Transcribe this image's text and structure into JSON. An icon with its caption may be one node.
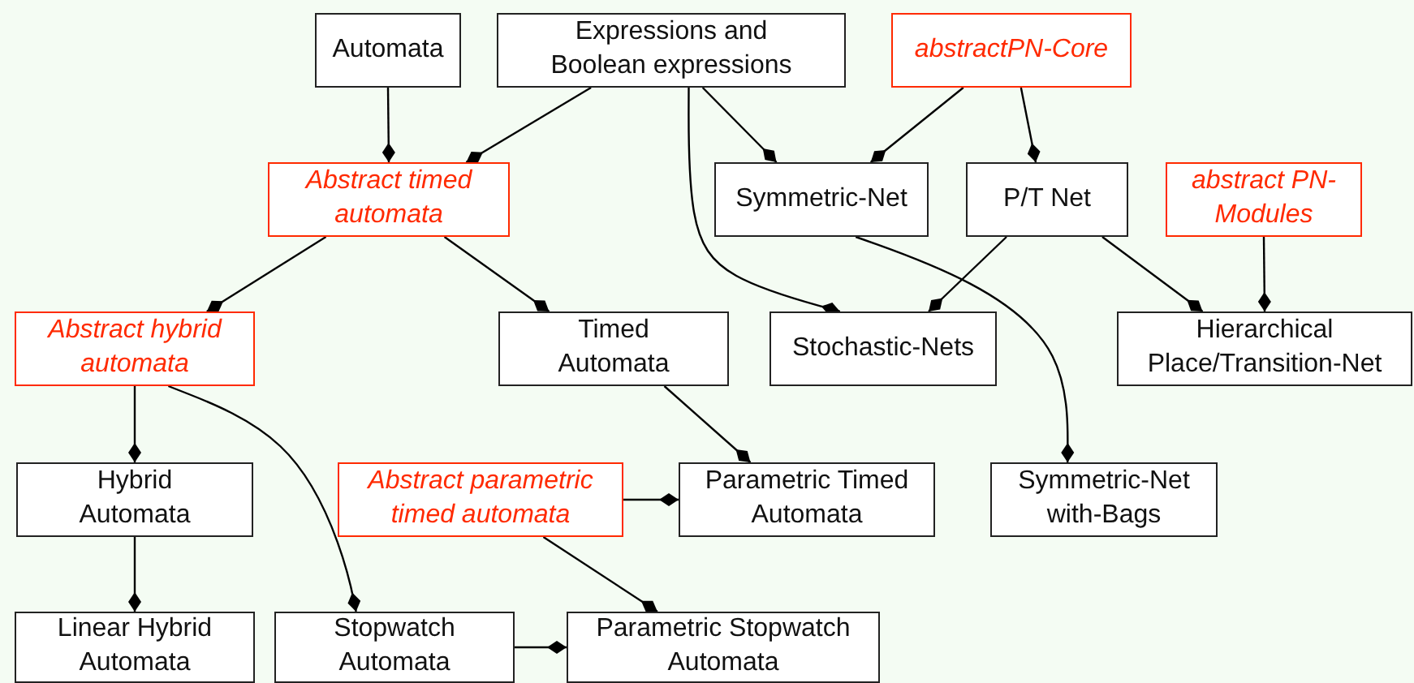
{
  "diagram": {
    "nodes": [
      {
        "text": [
          "Automata"
        ]
      },
      {
        "text": [
          "Expressions and Boolean expressions"
        ]
      },
      {
        "text": [
          "abstractPN-Core"
        ]
      },
      {
        "text": [
          "Abstract timed automata"
        ]
      },
      {
        "text": [
          "Symmetric-Net"
        ]
      },
      {
        "text": [
          "P/T Net"
        ]
      },
      {
        "text": [
          "abstract PN-Modules"
        ]
      },
      {
        "text": [
          "Abstract hybrid automata"
        ]
      },
      {
        "text": [
          "Timed Automata"
        ]
      },
      {
        "text": [
          "Stochastic-Nets"
        ]
      },
      {
        "text": [
          "Hierarchical Place/Transition-Net"
        ]
      },
      {
        "text": [
          "Hybrid Automata"
        ]
      },
      {
        "text": [
          "Abstract parametric timed automata"
        ]
      },
      {
        "text": [
          "Parametric Timed Automata"
        ]
      },
      {
        "text": [
          "Symmetric-Net with-Bags"
        ]
      },
      {
        "text": [
          "Linear Hybrid Automata"
        ]
      },
      {
        "text": [
          "Stopwatch Automata"
        ]
      },
      {
        "text": [
          "Parametric Stopwatch Automata"
        ]
      }
    ],
    "edges": [
      {
        "from": 0,
        "to": 3,
        "arrow": "other"
      },
      {
        "from": 1,
        "to": 3,
        "arrow": "other"
      },
      {
        "from": 1,
        "to": 4,
        "arrow": "other"
      },
      {
        "from": 1,
        "to": 9,
        "arrow": "other"
      },
      {
        "from": 2,
        "to": 4,
        "arrow": "other"
      },
      {
        "from": 2,
        "to": 5,
        "arrow": "other"
      },
      {
        "from": 3,
        "to": 7,
        "arrow": "other"
      },
      {
        "from": 3,
        "to": 8,
        "arrow": "other"
      },
      {
        "from": 5,
        "to": 9,
        "arrow": "other"
      },
      {
        "from": 5,
        "to": 10,
        "arrow": "other"
      },
      {
        "from": 4,
        "to": 14,
        "arrow": "other"
      },
      {
        "from": 6,
        "to": 10,
        "arrow": "other"
      },
      {
        "from": 7,
        "to": 11,
        "arrow": "other"
      },
      {
        "from": 7,
        "to": 16,
        "arrow": "other"
      },
      {
        "from": 8,
        "to": 13,
        "arrow": "other"
      },
      {
        "from": 12,
        "to": 13,
        "arrow": "other"
      },
      {
        "from": 11,
        "to": 15,
        "arrow": "other"
      },
      {
        "from": 12,
        "to": 17,
        "arrow": "other"
      },
      {
        "from": 16,
        "to": 17,
        "arrow": "other"
      }
    ]
  }
}
